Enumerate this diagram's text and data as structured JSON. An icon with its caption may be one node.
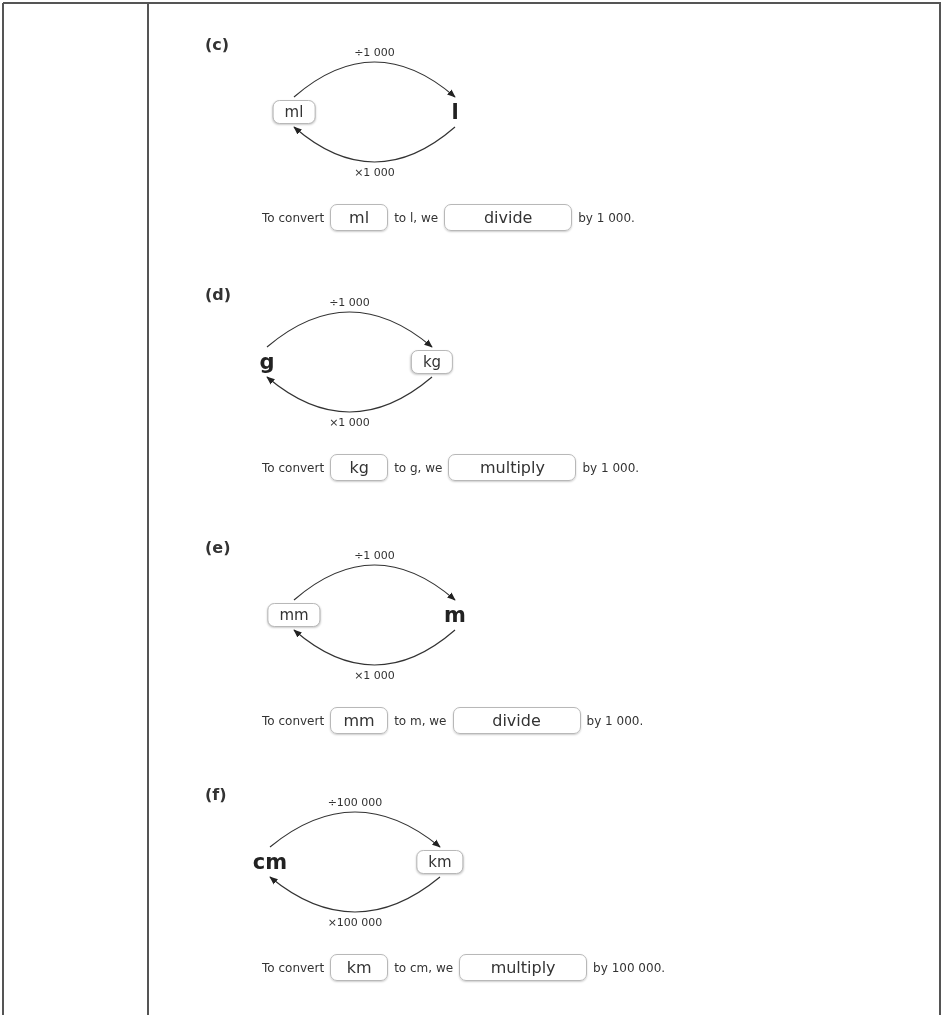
{
  "diagram": {
    "nodes": [
      {
        "text": [
          "ml"
        ]
      },
      {
        "text": [
          "l"
        ]
      },
      {
        "text": [
          "g"
        ]
      },
      {
        "text": [
          "kg"
        ]
      },
      {
        "text": [
          "mm"
        ]
      },
      {
        "text": [
          "m"
        ]
      },
      {
        "text": [
          "cm"
        ]
      },
      {
        "text": [
          "km"
        ]
      }
    ],
    "edges": [
      {
        "from": 0,
        "to": 1,
        "arrow": "to",
        "label": "÷1 000"
      },
      {
        "from": 1,
        "to": 0,
        "arrow": "to",
        "label": "×1 000"
      },
      {
        "from": 2,
        "to": 3,
        "arrow": "to",
        "label": "÷1 000"
      },
      {
        "from": 3,
        "to": 2,
        "arrow": "to",
        "label": "×1 000"
      },
      {
        "from": 4,
        "to": 5,
        "arrow": "to",
        "label": "÷1 000"
      },
      {
        "from": 5,
        "to": 4,
        "arrow": "to",
        "label": "×1 000"
      },
      {
        "from": 6,
        "to": 7,
        "arrow": "to",
        "label": "÷100 000"
      },
      {
        "from": 7,
        "to": 6,
        "arrow": "to",
        "label": "×100 000"
      }
    ],
    "labels": [
      "(c)",
      "To convert",
      "ml",
      "to l, we",
      "divide",
      "by 1 000.",
      "(d)",
      "To convert",
      "kg",
      "to g, we",
      "multiply",
      "by 1 000.",
      "(e)",
      "To convert",
      "mm",
      "to m, we",
      "divide",
      "by 1 000.",
      "(f)",
      "To convert",
      "km",
      "to cm, we",
      "multiply",
      "by 100 000."
    ]
  }
}
